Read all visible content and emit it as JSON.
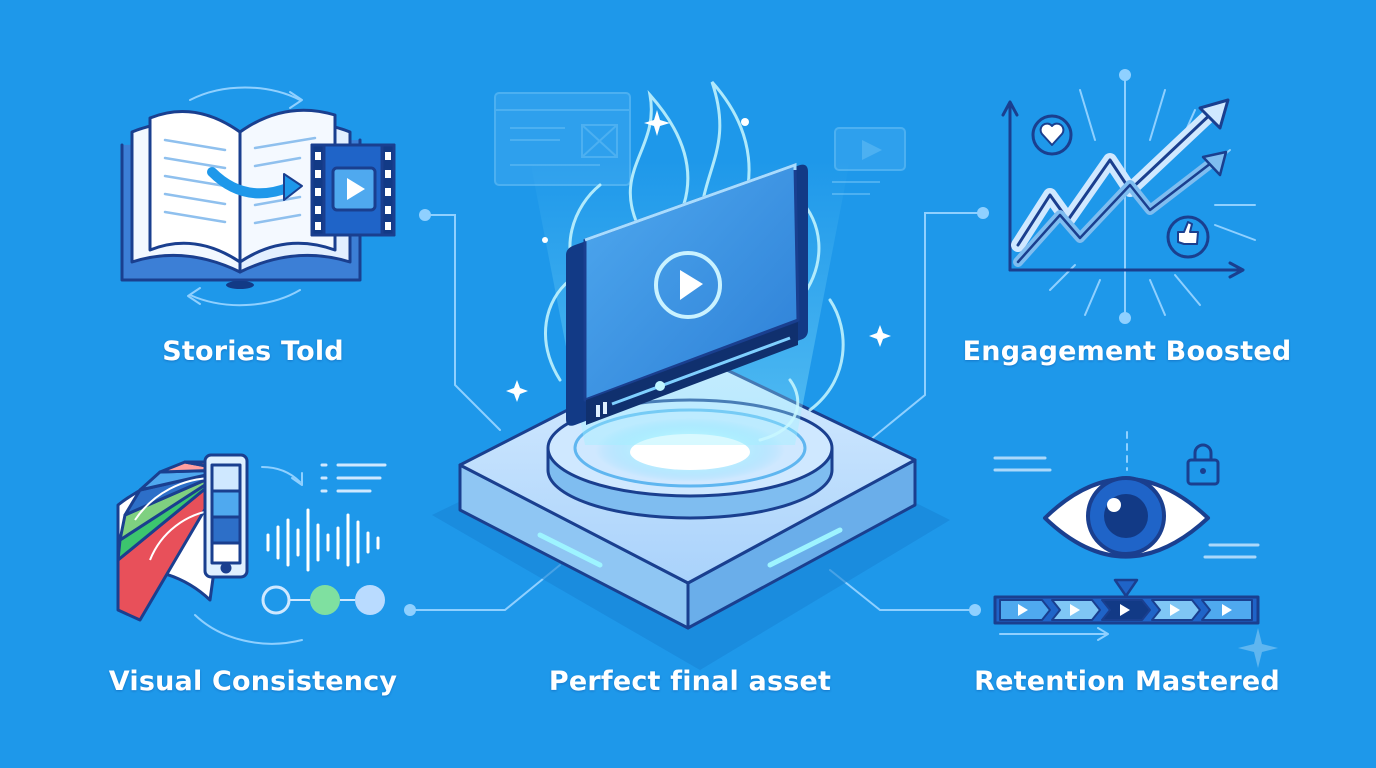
{
  "diagram": {
    "center": {
      "label": "Perfect final asset"
    },
    "features": [
      {
        "id": "stories",
        "label": "Stories Told",
        "icon": "book-to-video-icon"
      },
      {
        "id": "engagement",
        "label": "Engagement Boosted",
        "icon": "growth-chart-icon"
      },
      {
        "id": "visual",
        "label": "Visual Consistency",
        "icon": "color-palette-icon"
      },
      {
        "id": "retention",
        "label": "Retention Mastered",
        "icon": "eye-timeline-icon"
      }
    ]
  },
  "colors": {
    "background": "#1e98ea",
    "outline": "#1a3f8f",
    "panel": "#dff0ff",
    "glow": "#bff6ff",
    "accent_green": "#3cc56e",
    "accent_red": "#e8505a"
  }
}
